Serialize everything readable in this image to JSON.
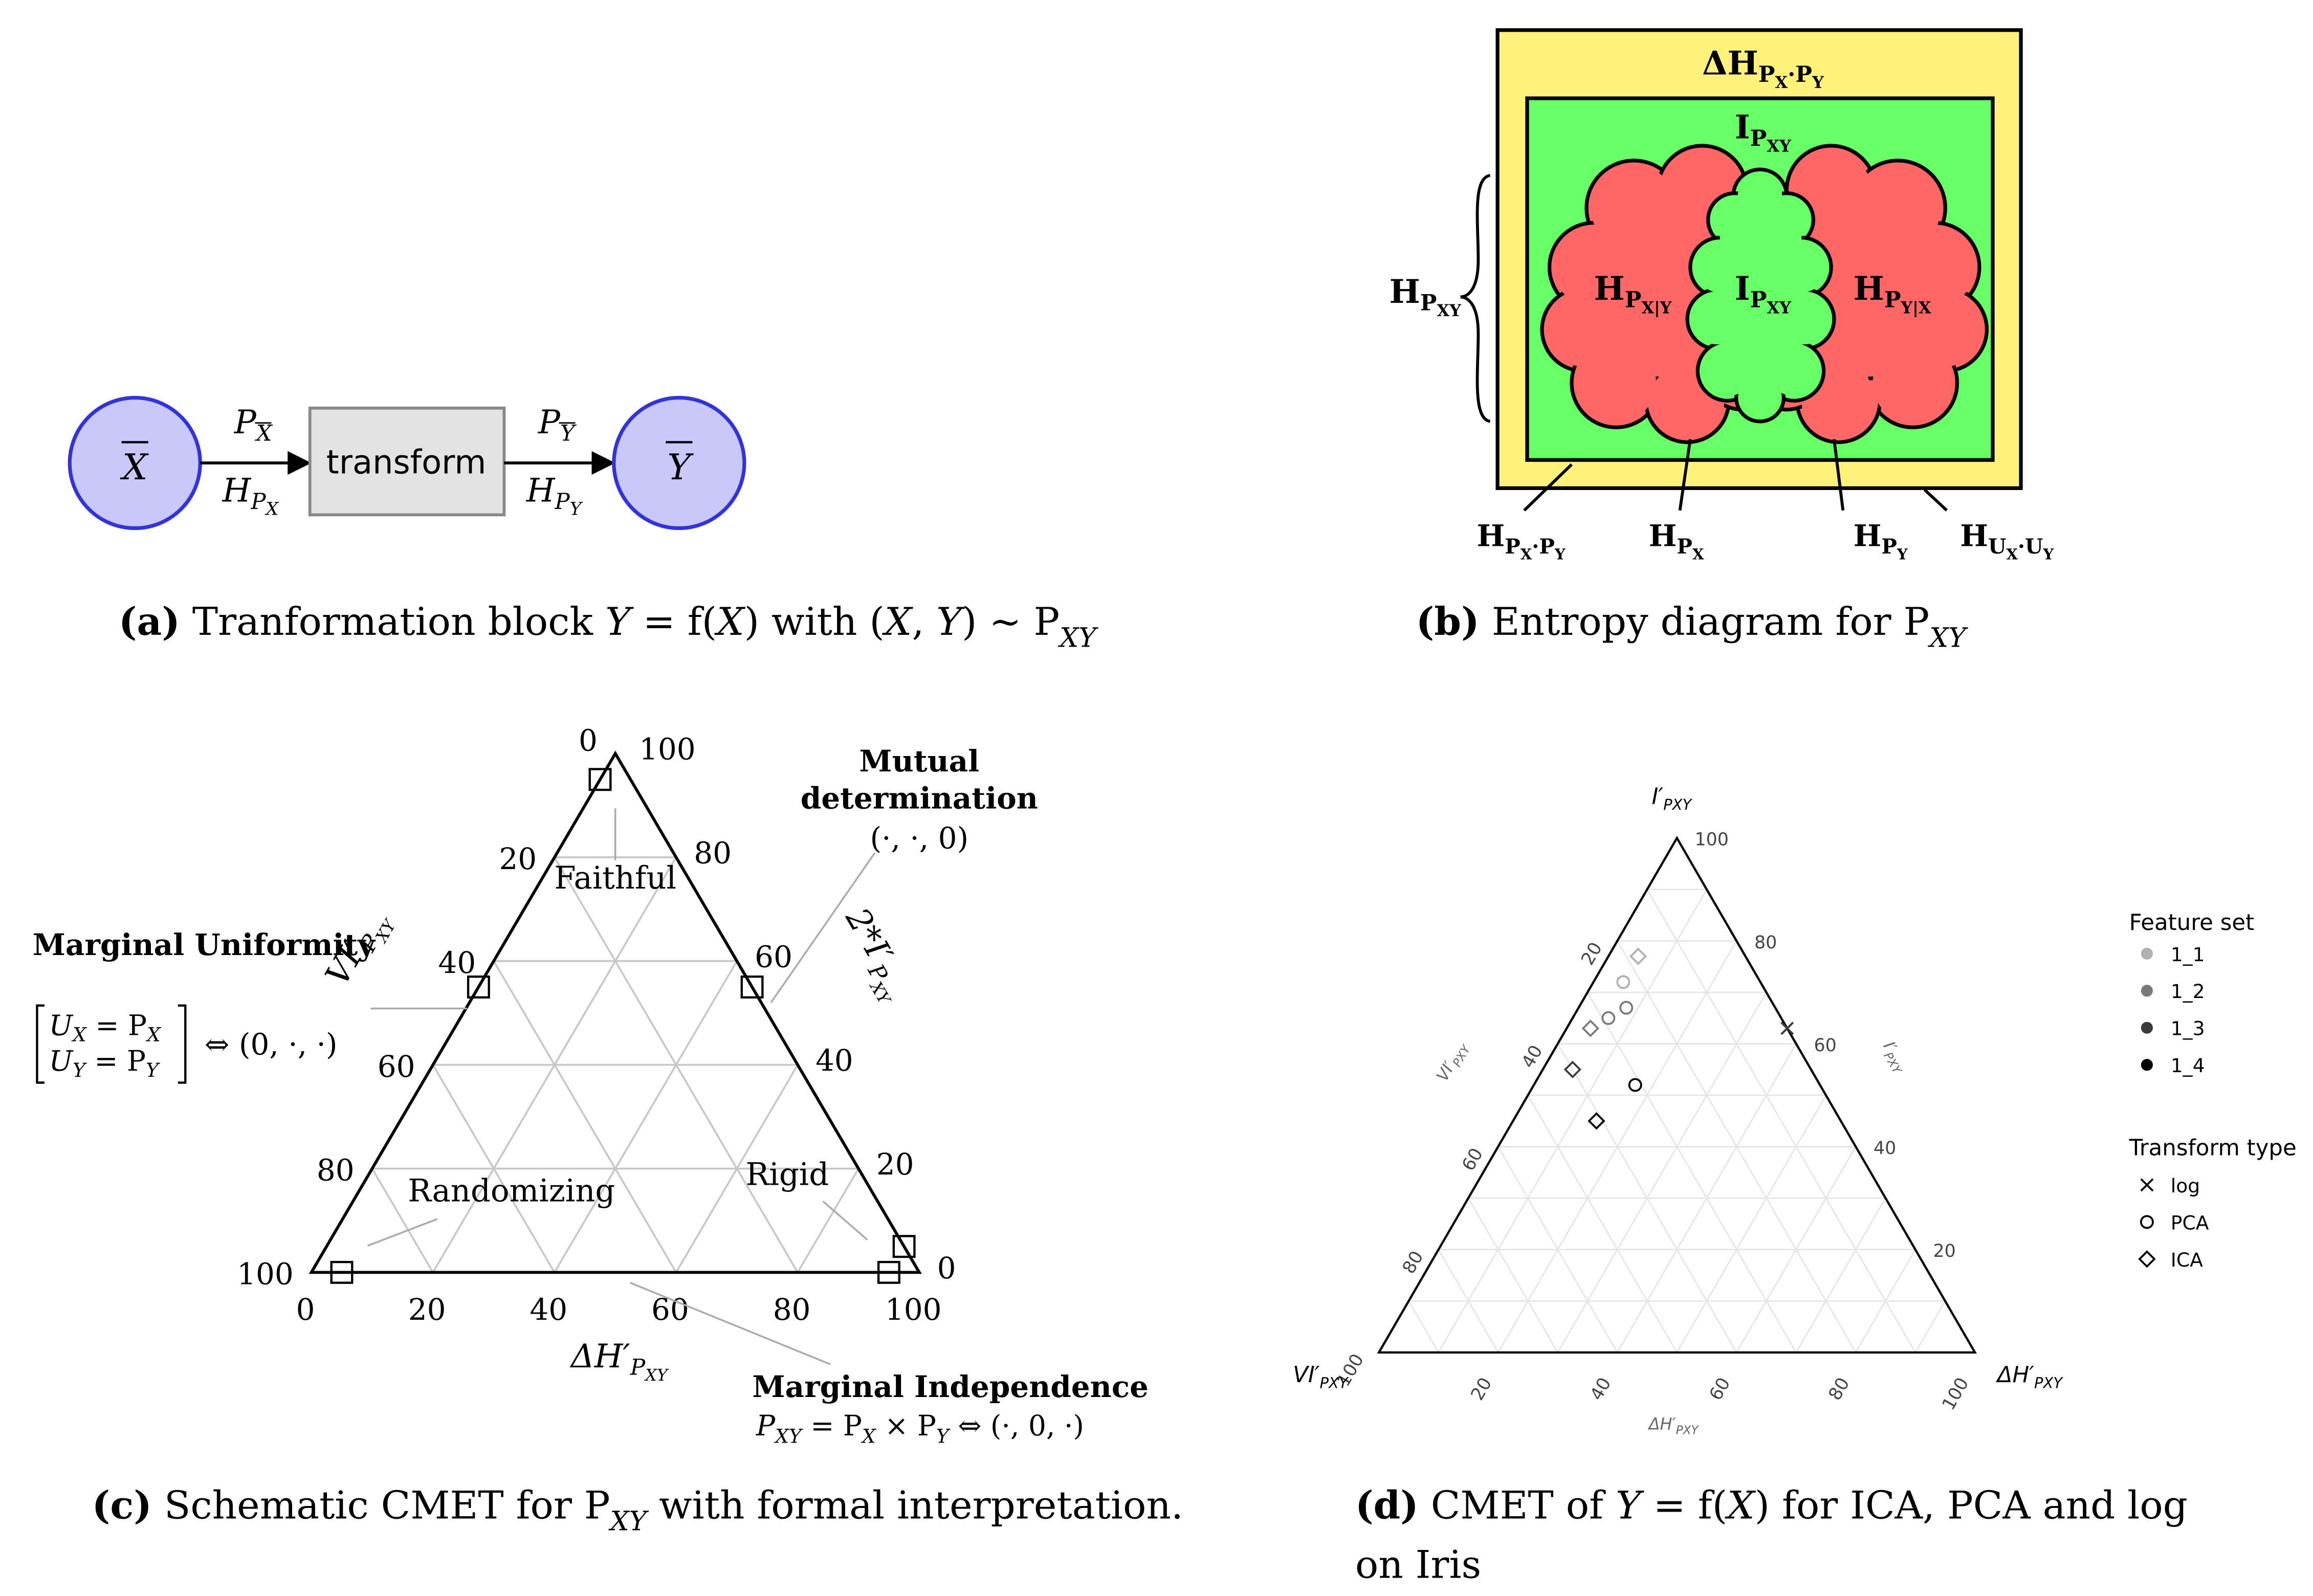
{
  "panel_a": {
    "node_x": "X",
    "node_y": "Y",
    "block_label": "transform",
    "p_x": "P",
    "p_x_sub": "X",
    "h_x": "H",
    "h_x_sub": "P",
    "h_x_subsub": "X",
    "p_y": "P",
    "p_y_sub": "Y",
    "h_y": "H",
    "h_y_sub": "P",
    "h_y_subsub": "Y",
    "caption_tag": "(a)",
    "caption_text": "Tranformation block ",
    "caption_math_1": "Y",
    "caption_math_2": " = f(",
    "caption_math_3": "X",
    "caption_math_4": ") with (",
    "caption_math_5": "X",
    "caption_math_6": ", ",
    "caption_math_7": "Y",
    "caption_math_8": ") ~ P",
    "caption_math_sub": "XY"
  },
  "panel_b": {
    "delta_h_top": "ΔH",
    "delta_h_sub": "P",
    "delta_h_sub_x": "X",
    "delta_h_sub_dot": "·P",
    "delta_h_sub_y": "Y",
    "i_top": "I",
    "i_top_sub": "P",
    "i_top_subsub": "XY",
    "h_xy_brace": "H",
    "h_xy_brace_sub": "P",
    "h_xy_brace_subsub": "XY",
    "h_x_given_y": "H",
    "h_x_given_y_sub": "P",
    "h_x_given_y_subsub": "X|Y",
    "i_center": "I",
    "i_center_sub": "P",
    "i_center_subsub": "XY",
    "h_y_given_x": "H",
    "h_y_given_x_sub": "P",
    "h_y_given_x_subsub": "Y|X",
    "bottom_1": "H",
    "bottom_1_sub": "P",
    "bottom_1_x": "X",
    "bottom_1_dot": "·P",
    "bottom_1_y": "Y",
    "bottom_2": "H",
    "bottom_2_sub": "P",
    "bottom_2_x": "X",
    "bottom_3": "H",
    "bottom_3_sub": "P",
    "bottom_3_y": "Y",
    "bottom_4": "H",
    "bottom_4_sub": "U",
    "bottom_4_x": "X",
    "bottom_4_dot": "·U",
    "bottom_4_y": "Y",
    "caption_tag": "(b)",
    "caption_text": "Entropy diagram for P",
    "caption_sub": "XY"
  },
  "panel_c": {
    "left_ticks": [
      "0",
      "20",
      "40",
      "60",
      "80",
      "100"
    ],
    "right_ticks": [
      "100",
      "80",
      "60",
      "40",
      "20",
      "0"
    ],
    "bottom_ticks": [
      "0",
      "20",
      "40",
      "60",
      "80",
      "100"
    ],
    "left_axis": "VI′",
    "left_axis_sub": "P",
    "left_axis_subsub": "XY",
    "right_axis": "2*I′",
    "right_axis_sub": "P",
    "right_axis_subsub": "XY",
    "bottom_axis": "ΔH′",
    "bottom_axis_sub": "P",
    "bottom_axis_subsub": "XY",
    "region_faithful": "Faithful",
    "region_randomizing": "Randomizing",
    "region_rigid": "Rigid",
    "mutual_det_1": "Mutual",
    "mutual_det_2": "determination",
    "mutual_det_coord": "(·, ·, 0)",
    "marg_unif": "Marginal Uniformity",
    "marg_unif_u1": "U",
    "marg_unif_u1_sub": "X",
    "marg_unif_eq1": " = P",
    "marg_unif_p1_sub": "X",
    "marg_unif_u2": "U",
    "marg_unif_u2_sub": "Y",
    "marg_unif_eq2": " = P",
    "marg_unif_p2_sub": "Y",
    "marg_unif_coord": "⇔ (0, ·, ·)",
    "marg_indep": "Marginal Independence",
    "marg_indep_p": "P",
    "marg_indep_p_sub": "XY",
    "marg_indep_eq": " = P",
    "marg_indep_px_sub": "X",
    "marg_indep_times": " × P",
    "marg_indep_py_sub": "Y",
    "marg_indep_coord": " ⇔ (·, 0, ·)",
    "caption_tag": "(c)",
    "caption_text": "Schematic CMET for P",
    "caption_sub": "XY",
    "caption_tail": " with formal interpretation."
  },
  "panel_d": {
    "top_label": "I′",
    "top_label_sub": "PXY",
    "left_label": "VI′",
    "left_label_sub": "PXY",
    "right_label": "ΔH′",
    "right_label_sub": "PXY",
    "left_axis_title": "VI′",
    "left_axis_title_sub": "PXY",
    "right_axis_title": "I′",
    "right_axis_title_sub": "PXY",
    "bottom_axis_title": "ΔH′",
    "bottom_axis_title_sub": "PXY",
    "legend_feature_title": "Feature set",
    "legend_feature_items": [
      "1_1",
      "1_2",
      "1_3",
      "1_4"
    ],
    "legend_feature_colors": [
      "#b0b0b0",
      "#7a7a7a",
      "#3a3a3a",
      "#000000"
    ],
    "legend_transform_title": "Transform type",
    "legend_transform_items": [
      "log",
      "PCA",
      "ICA"
    ],
    "legend_transform_icons": [
      "cross-icon",
      "circle-icon",
      "diamond-icon"
    ],
    "caption_tag": "(d)",
    "caption_text": "CMET of ",
    "caption_m1": "Y",
    "caption_m2": " = f(",
    "caption_m3": "X",
    "caption_m4": ") for ICA, PCA and log",
    "caption_line2": "on Iris"
  },
  "chart_data": [
    {
      "type": "scatter",
      "panel": "c",
      "title": "",
      "axes": {
        "left": "VI′",
        "right": "2*I′",
        "bottom": "ΔH′"
      },
      "ticks": [
        0,
        20,
        40,
        60,
        80,
        100
      ],
      "series": [
        {
          "marker": "square",
          "points": [
            {
              "dH": 0,
              "VI": 5,
              "I2": 95
            },
            {
              "dH": 0,
              "VI": 45,
              "I2": 55
            },
            {
              "dH": 45,
              "VI": 0,
              "I2": 55
            },
            {
              "dH": 95,
              "VI": 5,
              "I2": 0
            },
            {
              "dH": 95,
              "VI": 0,
              "I2": 5
            },
            {
              "dH": 5,
              "VI": 95,
              "I2": 0
            }
          ]
        }
      ]
    },
    {
      "type": "scatter",
      "panel": "d",
      "title": "",
      "axes": {
        "left": "VI′",
        "right": "I′",
        "bottom": "ΔH′"
      },
      "ticks": [
        20,
        40,
        60,
        80,
        100
      ],
      "series": [
        {
          "name": "1_1",
          "color": "#b0b0b0",
          "points": [
            {
              "transform": "ICA",
              "dH": 5,
              "VI": 18,
              "I": 77
            },
            {
              "transform": "PCA",
              "dH": 5,
              "VI": 23,
              "I": 72
            }
          ]
        },
        {
          "name": "1_2",
          "color": "#7a7a7a",
          "points": [
            {
              "transform": "PCA",
              "dH": 8,
              "VI": 25,
              "I": 67
            },
            {
              "transform": "ICA",
              "dH": 4,
              "VI": 33,
              "I": 63
            },
            {
              "transform": "PCA",
              "dH": 6,
              "VI": 29,
              "I": 65
            }
          ]
        },
        {
          "name": "1_3",
          "color": "#3a3a3a",
          "points": [
            {
              "transform": "ICA",
              "dH": 5,
              "VI": 40,
              "I": 55
            },
            {
              "transform": "log",
              "dH": 37,
              "VI": 0,
              "I": 63
            }
          ]
        },
        {
          "name": "1_4",
          "color": "#000000",
          "points": [
            {
              "transform": "PCA",
              "dH": 17,
              "VI": 31,
              "I": 52
            },
            {
              "transform": "ICA",
              "dH": 14,
              "VI": 41,
              "I": 45
            }
          ]
        }
      ]
    }
  ]
}
